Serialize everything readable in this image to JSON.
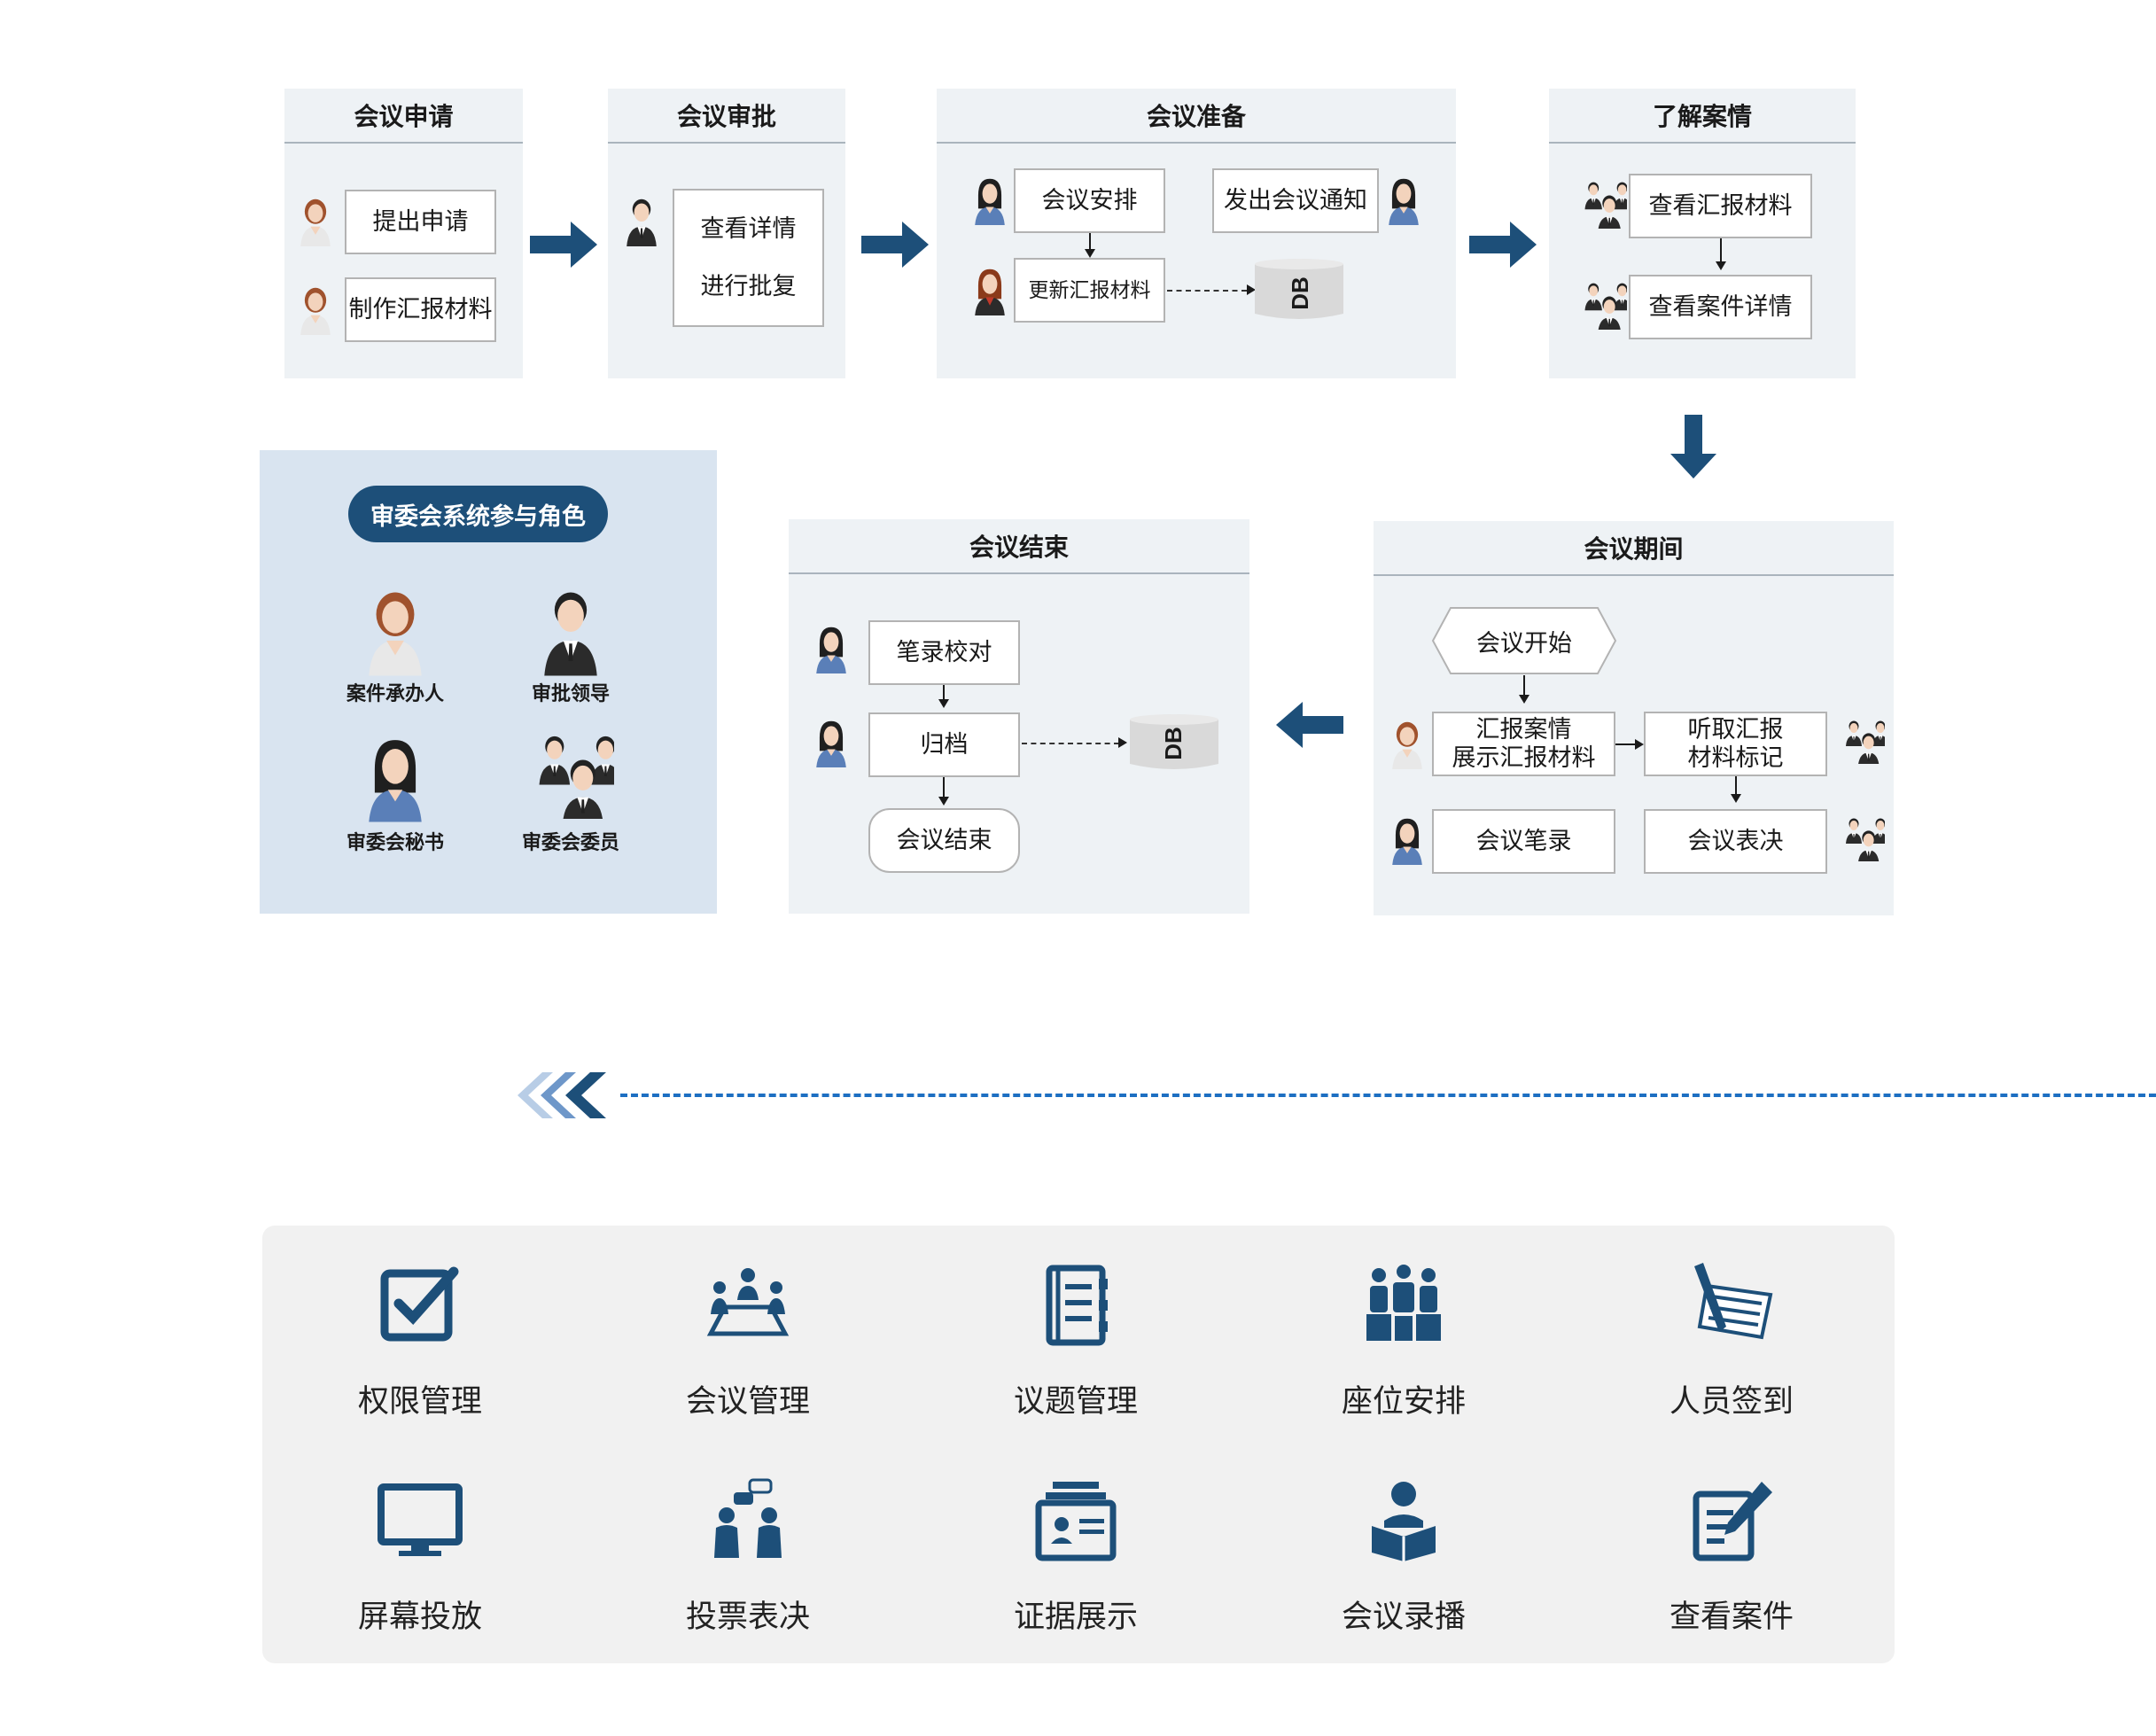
{
  "colors": {
    "accent": "#1d4f79",
    "panel": "#eef2f5",
    "roles_bg": "#d9e4f0",
    "feature_bg": "#f1f1f1"
  },
  "stages": {
    "apply": {
      "title": "会议申请",
      "items": [
        "提出申请",
        "制作汇报材料"
      ]
    },
    "approve": {
      "title": "会议审批",
      "items": [
        "查看详情",
        "进行批复"
      ]
    },
    "prepare": {
      "title": "会议准备",
      "items": [
        "会议安排",
        "发出会议通知",
        "更新汇报材料"
      ],
      "db": "DB"
    },
    "understand": {
      "title": "了解案情",
      "items": [
        "查看汇报材料",
        "查看案件详情"
      ]
    },
    "during": {
      "title": "会议期间",
      "start": "会议开始",
      "report": [
        "汇报案情",
        "展示汇报材料"
      ],
      "listen": [
        "听取汇报",
        "材料标记"
      ],
      "notes": "会议笔录",
      "vote": "会议表决"
    },
    "end": {
      "title": "会议结束",
      "items": [
        "笔录校对",
        "归档",
        "会议结束"
      ],
      "db": "DB"
    }
  },
  "roles": {
    "title": "审委会系统参与角色",
    "items": [
      {
        "label": "案件承办人",
        "icon": "female-officer-icon"
      },
      {
        "label": "审批领导",
        "icon": "male-leader-icon"
      },
      {
        "label": "审委会秘书",
        "icon": "female-secretary-icon"
      },
      {
        "label": "审委会委员",
        "icon": "committee-members-icon"
      }
    ]
  },
  "features": [
    {
      "label": "权限管理",
      "icon": "checkbox-icon"
    },
    {
      "label": "会议管理",
      "icon": "meeting-table-icon"
    },
    {
      "label": "议题管理",
      "icon": "notebook-icon"
    },
    {
      "label": "座位安排",
      "icon": "seating-icon"
    },
    {
      "label": "人员签到",
      "icon": "sign-in-icon"
    },
    {
      "label": "屏幕投放",
      "icon": "monitor-icon"
    },
    {
      "label": "投票表决",
      "icon": "voting-icon"
    },
    {
      "label": "证据展示",
      "icon": "evidence-icon"
    },
    {
      "label": "会议录播",
      "icon": "recording-icon"
    },
    {
      "label": "查看案件",
      "icon": "case-edit-icon"
    }
  ]
}
